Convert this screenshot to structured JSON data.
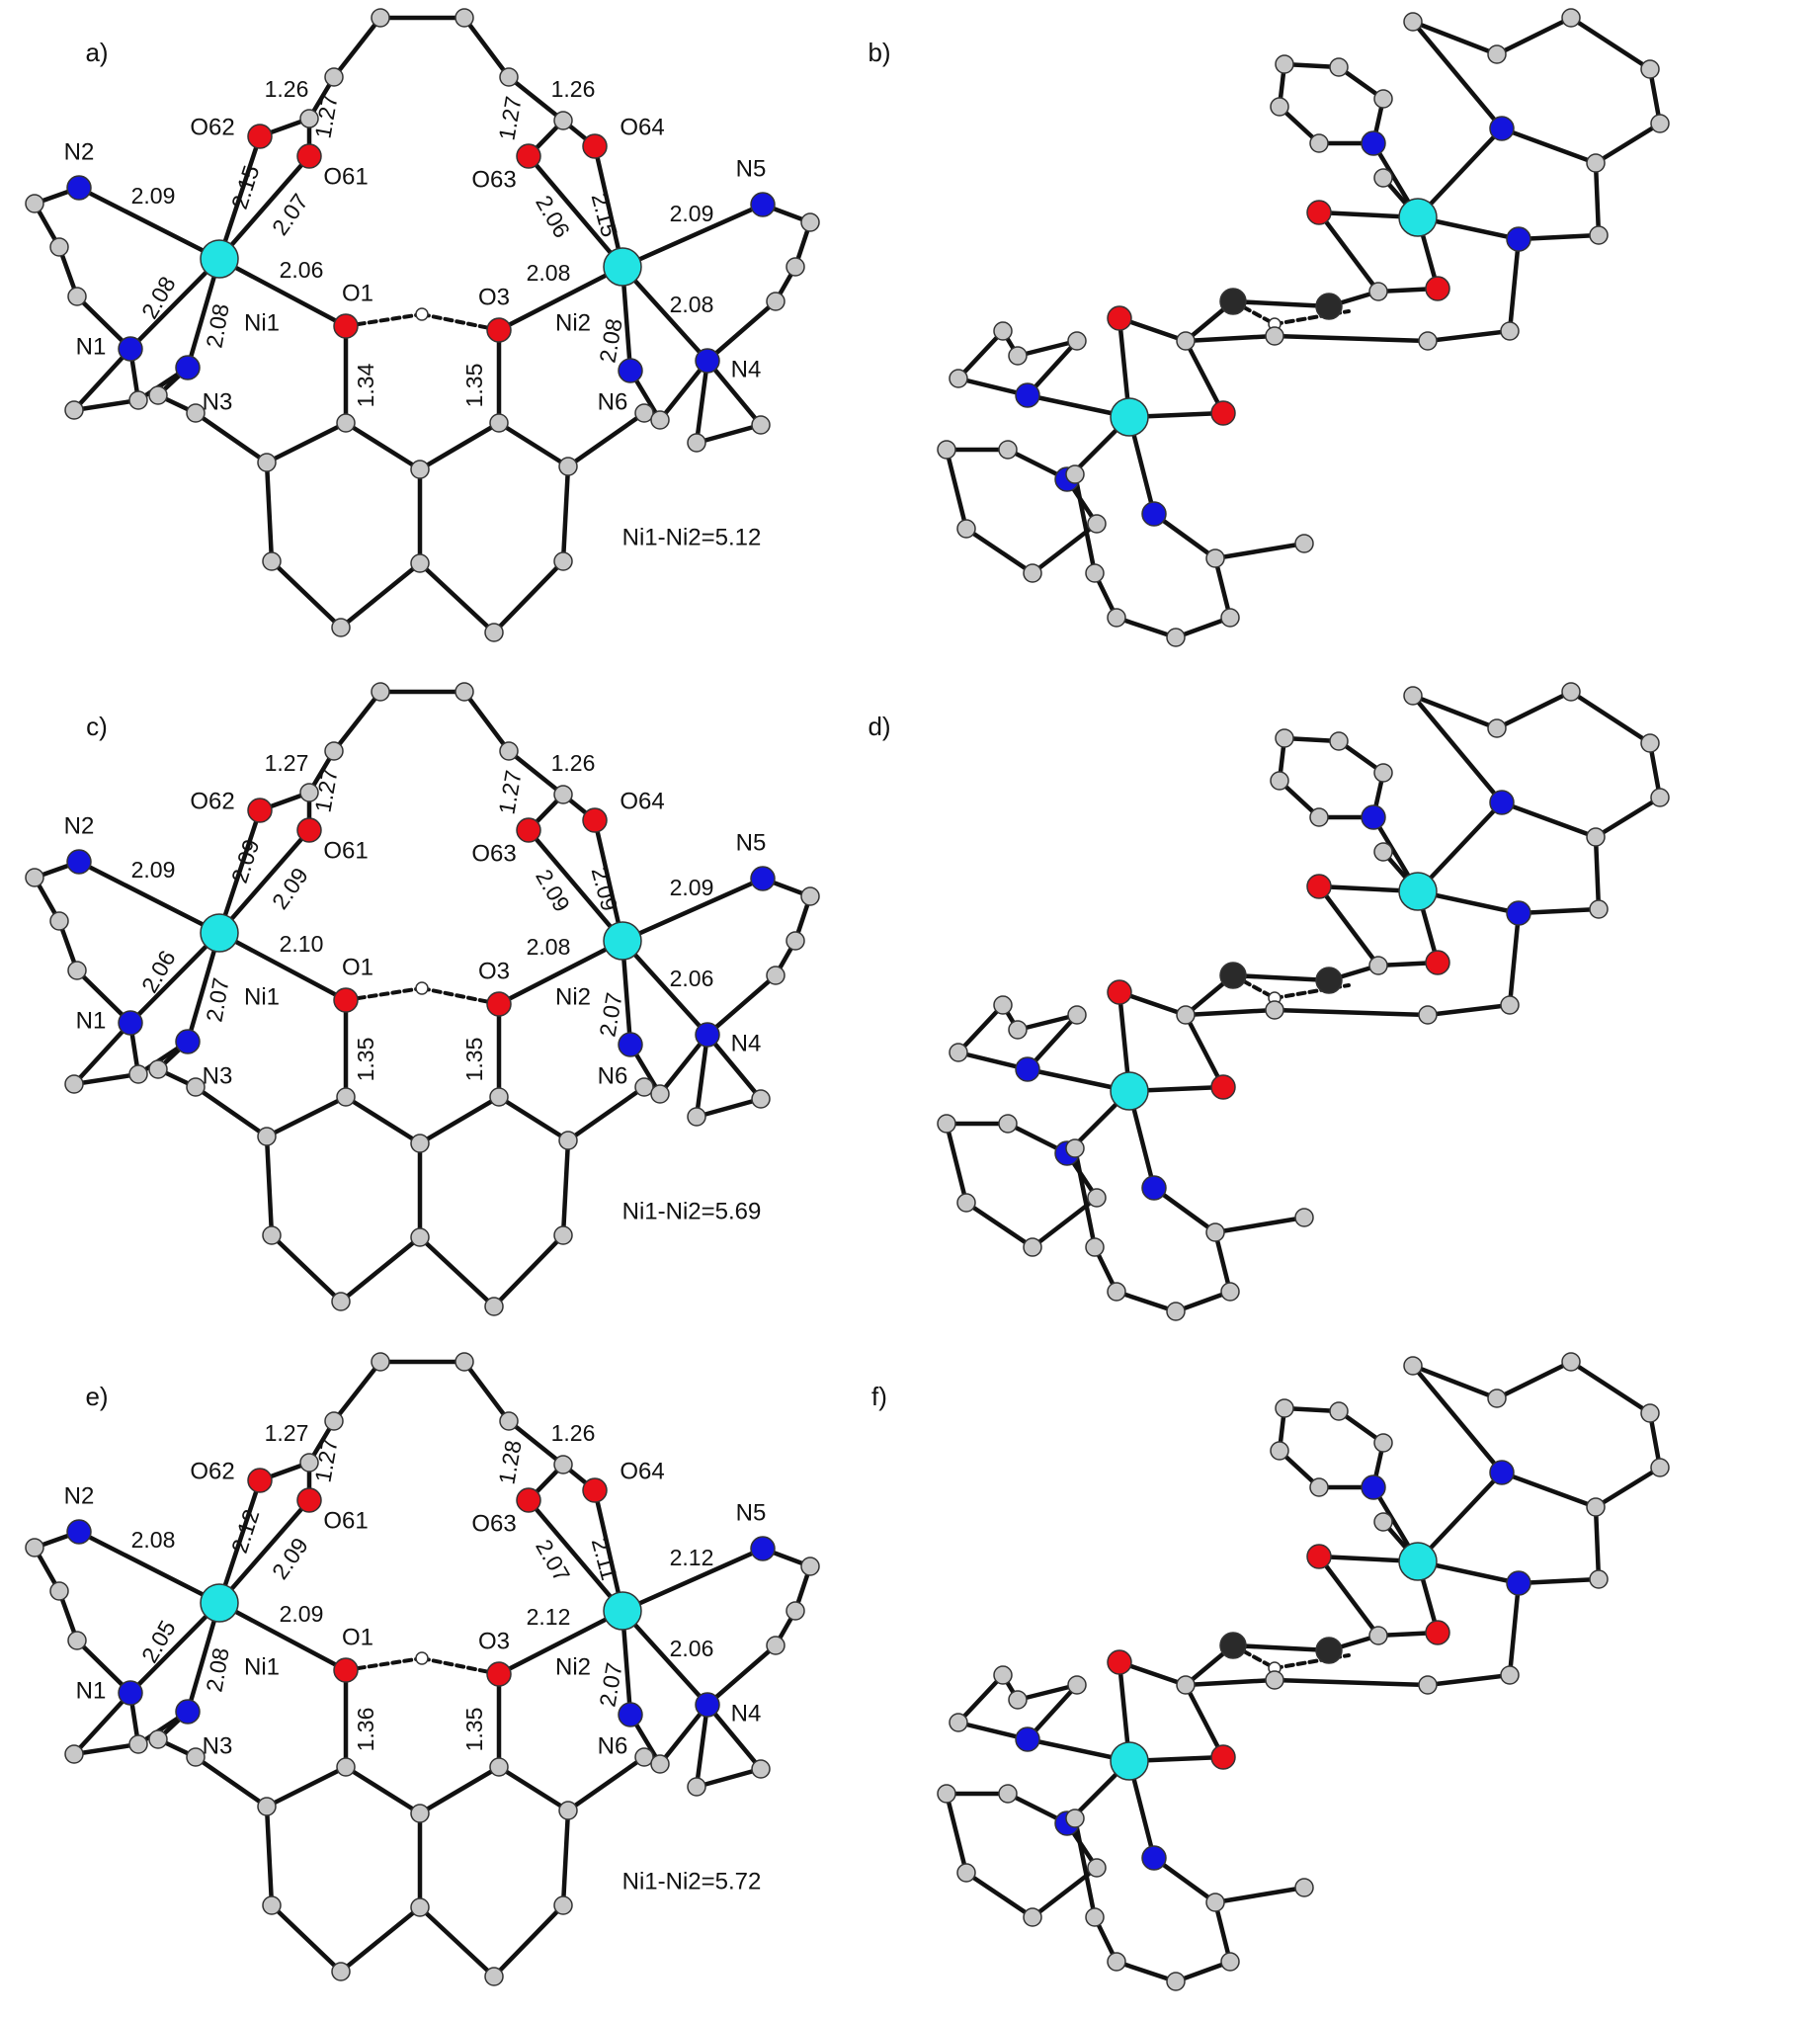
{
  "colors": {
    "bond": "#111111",
    "carbon": "#c8c8c8",
    "oxygen": "#e8101a",
    "nitrogen": "#1414dd",
    "nickel": "#22e3e3",
    "hydrogen": "#ffffff",
    "dark": "#2a2a2a"
  },
  "panels": [
    {
      "letter": "a)",
      "nini": "Ni1-Ni2=5.12",
      "atoms": {
        "N2": "N2",
        "N1": "N1",
        "N3": "N3",
        "Ni1": "Ni1",
        "O62": "O62",
        "O61": "O61",
        "O1": "O1",
        "O3": "O3",
        "O63": "O63",
        "O64": "O64",
        "Ni2": "Ni2",
        "N5": "N5",
        "N6": "N6",
        "N4": "N4"
      },
      "d": {
        "ni1_n2": "2.09",
        "ni1_o62": "2.15",
        "ni1_o61": "2.07",
        "ni1_o1": "2.06",
        "ni1_n1": "2.08",
        "ni1_n3": "2.08",
        "c_o62": "1.26",
        "c_o61": "1.27",
        "c_o63": "1.27",
        "c_o64": "1.26",
        "ni2_o63": "2.06",
        "ni2_o64": "2.15",
        "ni2_n5": "2.09",
        "ni2_o3": "2.08",
        "ni2_n4": "2.08",
        "ni2_n6": "2.08",
        "o1_c": "1.34",
        "o3_c": "1.35"
      }
    },
    {
      "letter": "b)"
    },
    {
      "letter": "c)",
      "nini": "Ni1-Ni2=5.69",
      "atoms": {
        "N2": "N2",
        "N1": "N1",
        "N3": "N3",
        "Ni1": "Ni1",
        "O62": "O62",
        "O61": "O61",
        "O1": "O1",
        "O3": "O3",
        "O63": "O63",
        "O64": "O64",
        "Ni2": "Ni2",
        "N5": "N5",
        "N6": "N6",
        "N4": "N4"
      },
      "d": {
        "ni1_n2": "2.09",
        "ni1_o62": "2.09",
        "ni1_o61": "2.09",
        "ni1_o1": "2.10",
        "ni1_n1": "2.06",
        "ni1_n3": "2.07",
        "c_o62": "1.27",
        "c_o61": "1.27",
        "c_o63": "1.27",
        "c_o64": "1.26",
        "ni2_o63": "2.09",
        "ni2_o64": "2.09",
        "ni2_n5": "2.09",
        "ni2_o3": "2.08",
        "ni2_n4": "2.06",
        "ni2_n6": "2.07",
        "o1_c": "1.35",
        "o3_c": "1.35"
      }
    },
    {
      "letter": "d)"
    },
    {
      "letter": "e)",
      "nini": "Ni1-Ni2=5.72",
      "atoms": {
        "N2": "N2",
        "N1": "N1",
        "N3": "N3",
        "Ni1": "Ni1",
        "O62": "O62",
        "O61": "O61",
        "O1": "O1",
        "O3": "O3",
        "O63": "O63",
        "O64": "O64",
        "Ni2": "Ni2",
        "N5": "N5",
        "N6": "N6",
        "N4": "N4"
      },
      "d": {
        "ni1_n2": "2.08",
        "ni1_o62": "2.12",
        "ni1_o61": "2.09",
        "ni1_o1": "2.09",
        "ni1_n1": "2.05",
        "ni1_n3": "2.08",
        "c_o62": "1.27",
        "c_o61": "1.27",
        "c_o63": "1.28",
        "c_o64": "1.26",
        "ni2_o63": "2.07",
        "ni2_o64": "2.11",
        "ni2_n5": "2.12",
        "ni2_o3": "2.12",
        "ni2_n4": "2.06",
        "ni2_n6": "2.07",
        "o1_c": "1.36",
        "o3_c": "1.35"
      }
    },
    {
      "letter": "f)"
    }
  ]
}
